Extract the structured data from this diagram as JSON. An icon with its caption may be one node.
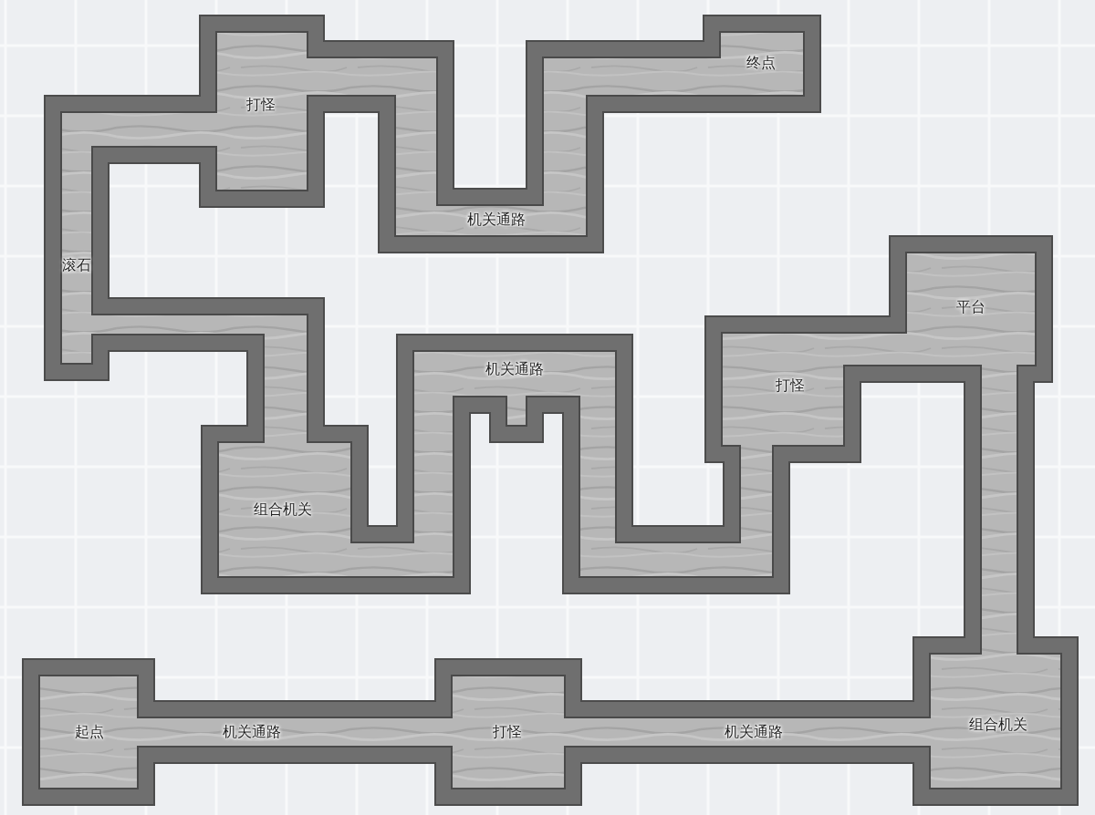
{
  "diagram": {
    "nodes": [
      {
        "text": [
          "打怪"
        ]
      },
      {
        "text": [
          "机关通路"
        ]
      },
      {
        "text": [
          "终点"
        ]
      },
      {
        "text": [
          "滚石"
        ]
      },
      {
        "text": [
          "平台"
        ]
      },
      {
        "text": [],
        "shape": "bar"
      },
      {
        "text": [
          "机关通路"
        ]
      },
      {
        "text": [
          "打怪"
        ]
      },
      {
        "text": [],
        "shape": "bar"
      },
      {
        "text": [
          "组合机关"
        ]
      },
      {
        "text": [
          "起点"
        ]
      },
      {
        "text": [
          "机关通路"
        ]
      },
      {
        "text": [
          "打怪"
        ]
      },
      {
        "text": [
          "机关通路"
        ]
      },
      {
        "text": [
          "组合机关"
        ]
      }
    ]
  }
}
